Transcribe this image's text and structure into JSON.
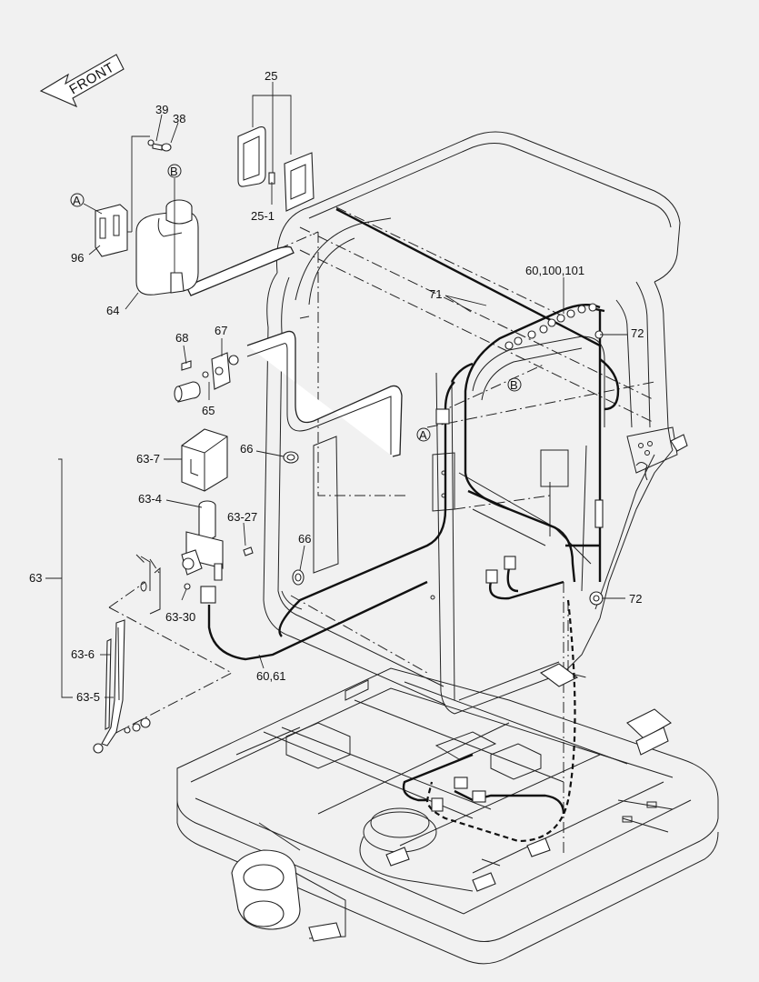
{
  "front_arrow": "FRONT",
  "callouts": {
    "p25": "25",
    "p25_1": "25-1",
    "p38": "38",
    "p39": "39",
    "ref_a": "A",
    "ref_b": "B",
    "p96": "96",
    "p64": "64",
    "p68": "68",
    "p67": "67",
    "p65": "65",
    "p66a": "66",
    "p66b": "66",
    "p63_7": "63-7",
    "p63_4": "63-4",
    "p63_27": "63-27",
    "p63": "63",
    "p63_30": "63-30",
    "p63_6": "63-6",
    "p63_5": "63-5",
    "p60_61": "60,61",
    "p71": "71",
    "p72a": "72",
    "p72b": "72",
    "p60_100_101": "60,100,101",
    "cab_ref_a": "A",
    "cab_ref_b": "B"
  }
}
